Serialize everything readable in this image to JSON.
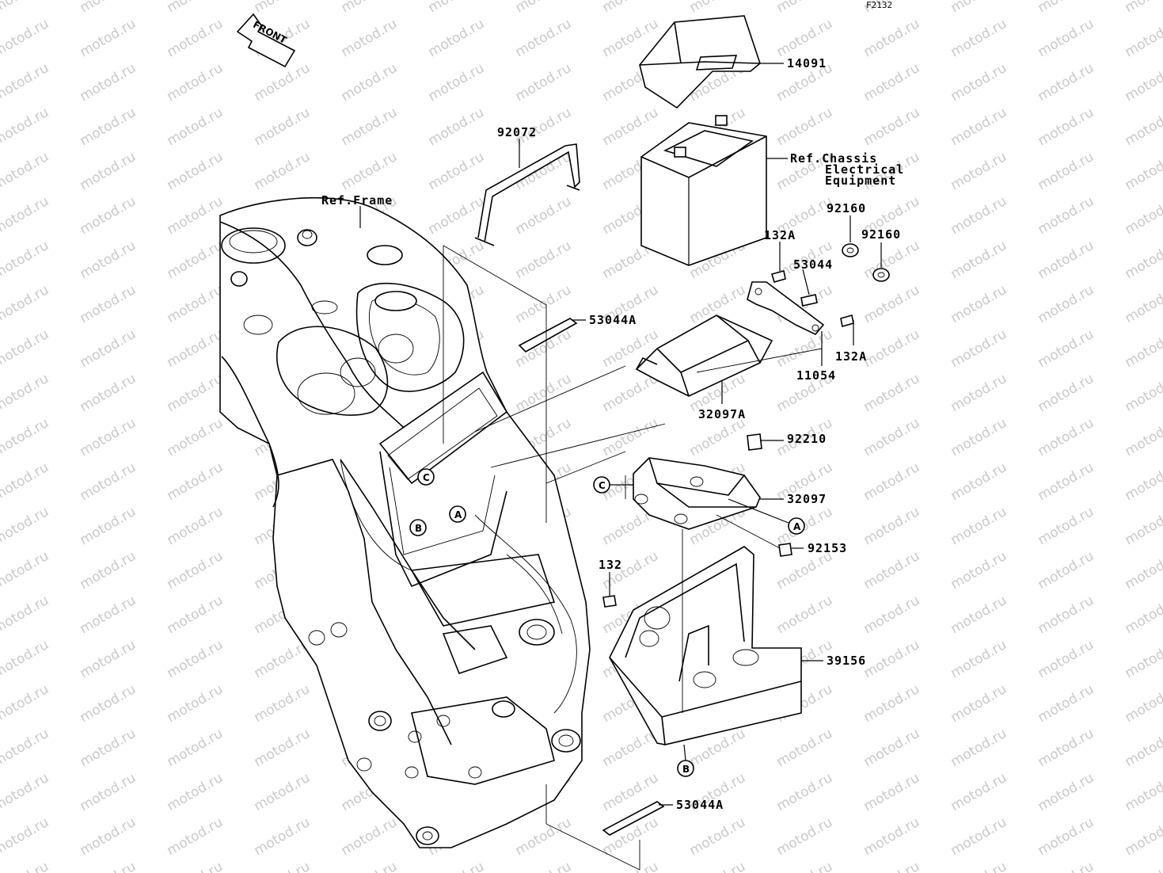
{
  "diagram": {
    "id": "F2132",
    "front_label": "FRONT",
    "watermark": "motod.ru",
    "parts": [
      {
        "key": "battery_cover",
        "number": "14091"
      },
      {
        "key": "battery_band",
        "number": "92072"
      },
      {
        "key": "ref_frame",
        "number": "Ref.Frame"
      },
      {
        "key": "ref_chassis_1",
        "number": "Ref.Chassis"
      },
      {
        "key": "ref_chassis_2",
        "number": "Electrical"
      },
      {
        "key": "ref_chassis_3",
        "number": "Equipment"
      },
      {
        "key": "damper_a",
        "number": "92160"
      },
      {
        "key": "damper_b",
        "number": "92160"
      },
      {
        "key": "bolt_top",
        "number": "132A"
      },
      {
        "key": "pad_small",
        "number": "53044"
      },
      {
        "key": "pad_top",
        "number": "53044A"
      },
      {
        "key": "bolt_right",
        "number": "132A"
      },
      {
        "key": "bracket",
        "number": "11054"
      },
      {
        "key": "battery_case",
        "number": "32097A"
      },
      {
        "key": "clip",
        "number": "92210"
      },
      {
        "key": "case_lower",
        "number": "32097"
      },
      {
        "key": "flange_bolt",
        "number": "92153"
      },
      {
        "key": "bolt_small",
        "number": "132"
      },
      {
        "key": "tray",
        "number": "39156"
      },
      {
        "key": "pad_bottom",
        "number": "53044A"
      }
    ],
    "callouts": [
      "A",
      "B",
      "C"
    ]
  }
}
